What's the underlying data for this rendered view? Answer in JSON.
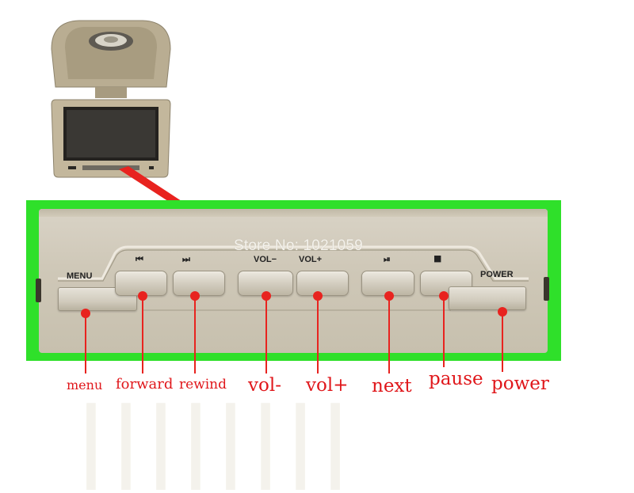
{
  "watermark": "",
  "panel": {
    "store_text": "Store No: 1021059",
    "labels": {
      "menu": "MENU",
      "vol_minus": "VOL−",
      "vol_plus": "VOL+",
      "power": "POWER"
    },
    "symbols": {
      "prev": "⏮",
      "next_track": "⏭",
      "play_pause": "⏯",
      "stop": "■"
    }
  },
  "captions": {
    "menu": "menu",
    "forward": "forward",
    "rewind": "rewind",
    "vol_minus": "vol-",
    "vol_plus": "vol+",
    "next": "next",
    "pause": "pause",
    "power": "power"
  },
  "colors": {
    "frame": "#2fe02a",
    "pointer": "#e8231f",
    "caption": "#e0171b",
    "panel": "#cfc8b8"
  }
}
